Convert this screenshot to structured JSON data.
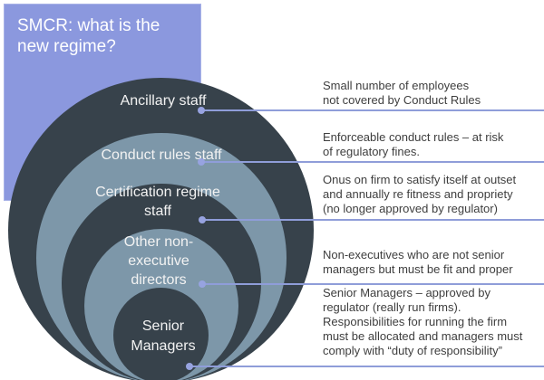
{
  "slide": {
    "title": "SMCR: what is the new regime?"
  },
  "diagram": {
    "type": "onion",
    "rings": [
      {
        "label": "Ancillary staff"
      },
      {
        "label": "Conduct rules staff"
      },
      {
        "label": "Certification regime staff"
      },
      {
        "label": "Other non-executive directors"
      },
      {
        "label": "Senior Managers"
      }
    ]
  },
  "annotations": [
    {
      "for": "Ancillary staff",
      "text": "Small number of employees\nnot covered by Conduct Rules"
    },
    {
      "for": "Conduct rules staff",
      "text": "Enforceable conduct rules – at risk\nof regulatory fines."
    },
    {
      "for": "Certification regime staff",
      "text": "Onus on firm to satisfy itself at outset\nand annually re fitness and propriety\n(no longer approved by regulator)"
    },
    {
      "for": "Other non-executive directors",
      "text": "Non-executives who are not senior\nmanagers but must be fit and proper"
    },
    {
      "for": "Senior Managers",
      "text": "Senior Managers – approved by\nregulator (really run firms).\nResponsibilities for running the firm\nmust be allocated and managers must\ncomply with “duty of responsibility”"
    }
  ],
  "colors": {
    "title_bg": "#8b98de",
    "title_border": "#a8b2e7",
    "ring_dark": "#37424b",
    "ring_light": "#7d97a9",
    "connector": "#8f9dd9",
    "annotation_text": "#3e3e3e",
    "ring_label_text": "#f2f2f2"
  }
}
